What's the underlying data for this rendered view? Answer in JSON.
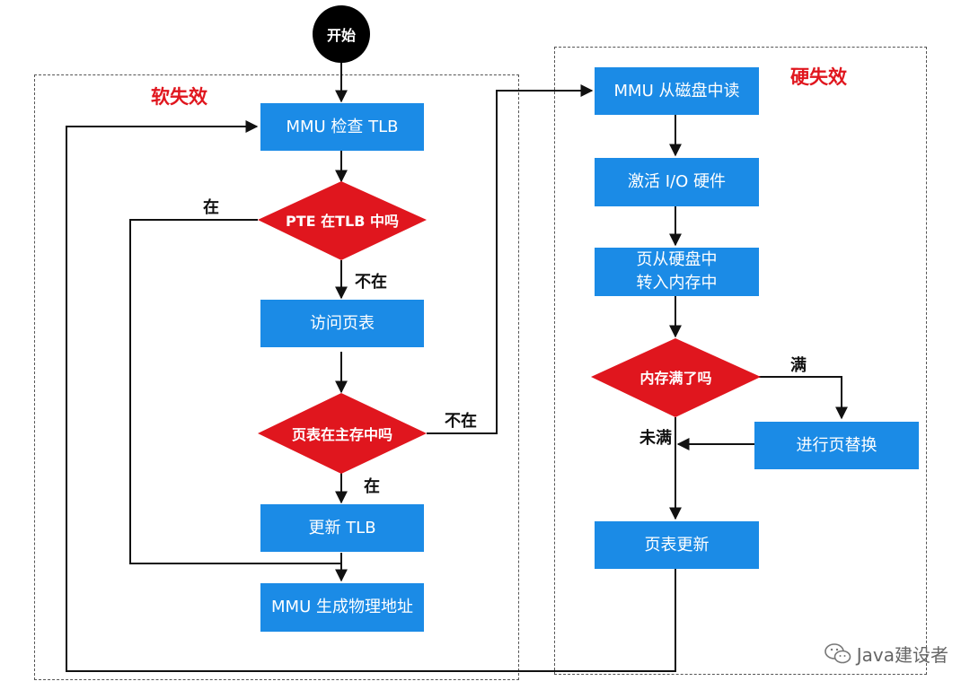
{
  "regions": {
    "soft": {
      "title": "软失效"
    },
    "hard": {
      "title": "硬失效"
    }
  },
  "nodes": {
    "start": "开始",
    "mmu_check_tlb": "MMU 检查 TLB",
    "pte_in_tlb": "PTE 在TLB 中吗",
    "access_page_table": "访问页表",
    "page_table_in_memory": "页表在主存中吗",
    "update_tlb": "更新 TLB",
    "mmu_generate_pa": "MMU 生成物理地址",
    "mmu_read_disk": "MMU 从磁盘中读",
    "activate_io": "激活 I/O 硬件",
    "page_to_memory": "页从硬盘中\n转入内存中",
    "memory_full": "内存满了吗",
    "page_replace": "进行页替换",
    "page_table_update": "页表更新"
  },
  "edge_labels": {
    "in_tlb": "在",
    "not_in_tlb": "不在",
    "not_in_memory": "不在",
    "in_memory": "在",
    "full": "满",
    "not_full": "未满"
  },
  "watermark": {
    "text": "Java建设者",
    "icon": "wechat-icon"
  },
  "colors": {
    "box": "#1b8be6",
    "diamond": "#e0161e",
    "start": "#000000",
    "title": "#e0161e"
  }
}
